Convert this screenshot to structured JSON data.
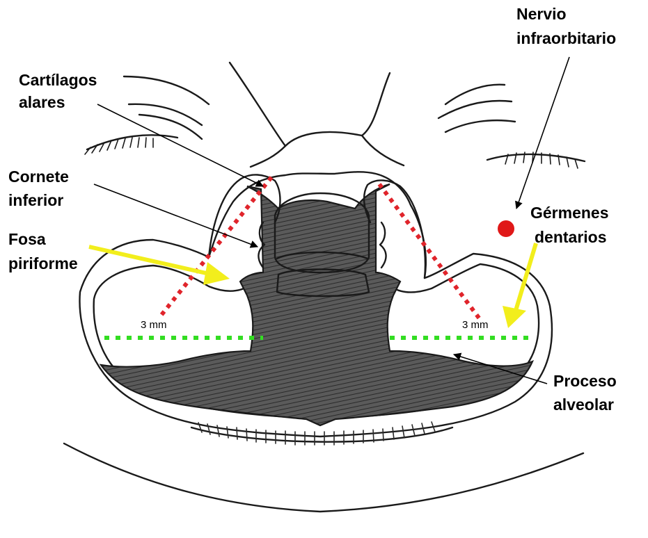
{
  "labels": {
    "nervio_line1": "Nervio",
    "nervio_line2": "infraorbitario",
    "cartilagos_line1": "Cartílagos",
    "cartilagos_line2": "alares",
    "cornete_line1": "Cornete",
    "cornete_line2": "inferior",
    "fosa_line1": "Fosa",
    "fosa_line2": "piriforme",
    "germenes_line1": "Gérmenes",
    "germenes_line2": "dentarios",
    "proceso_line1": "Proceso",
    "proceso_line2": "alveolar",
    "mm_left": "3 mm",
    "mm_right": "3 mm"
  },
  "colors": {
    "ink": "#1a1a1a",
    "shading": "#4a4a4a",
    "cartilage_dots": "#e0242b",
    "osteotomy_line": "#33dd22",
    "arrow_yellow": "#f2ee1c",
    "nerve_point": "#e01818"
  },
  "icons": {
    "nerve_marker": "red-dot",
    "arrows": "yellow-arrow"
  }
}
